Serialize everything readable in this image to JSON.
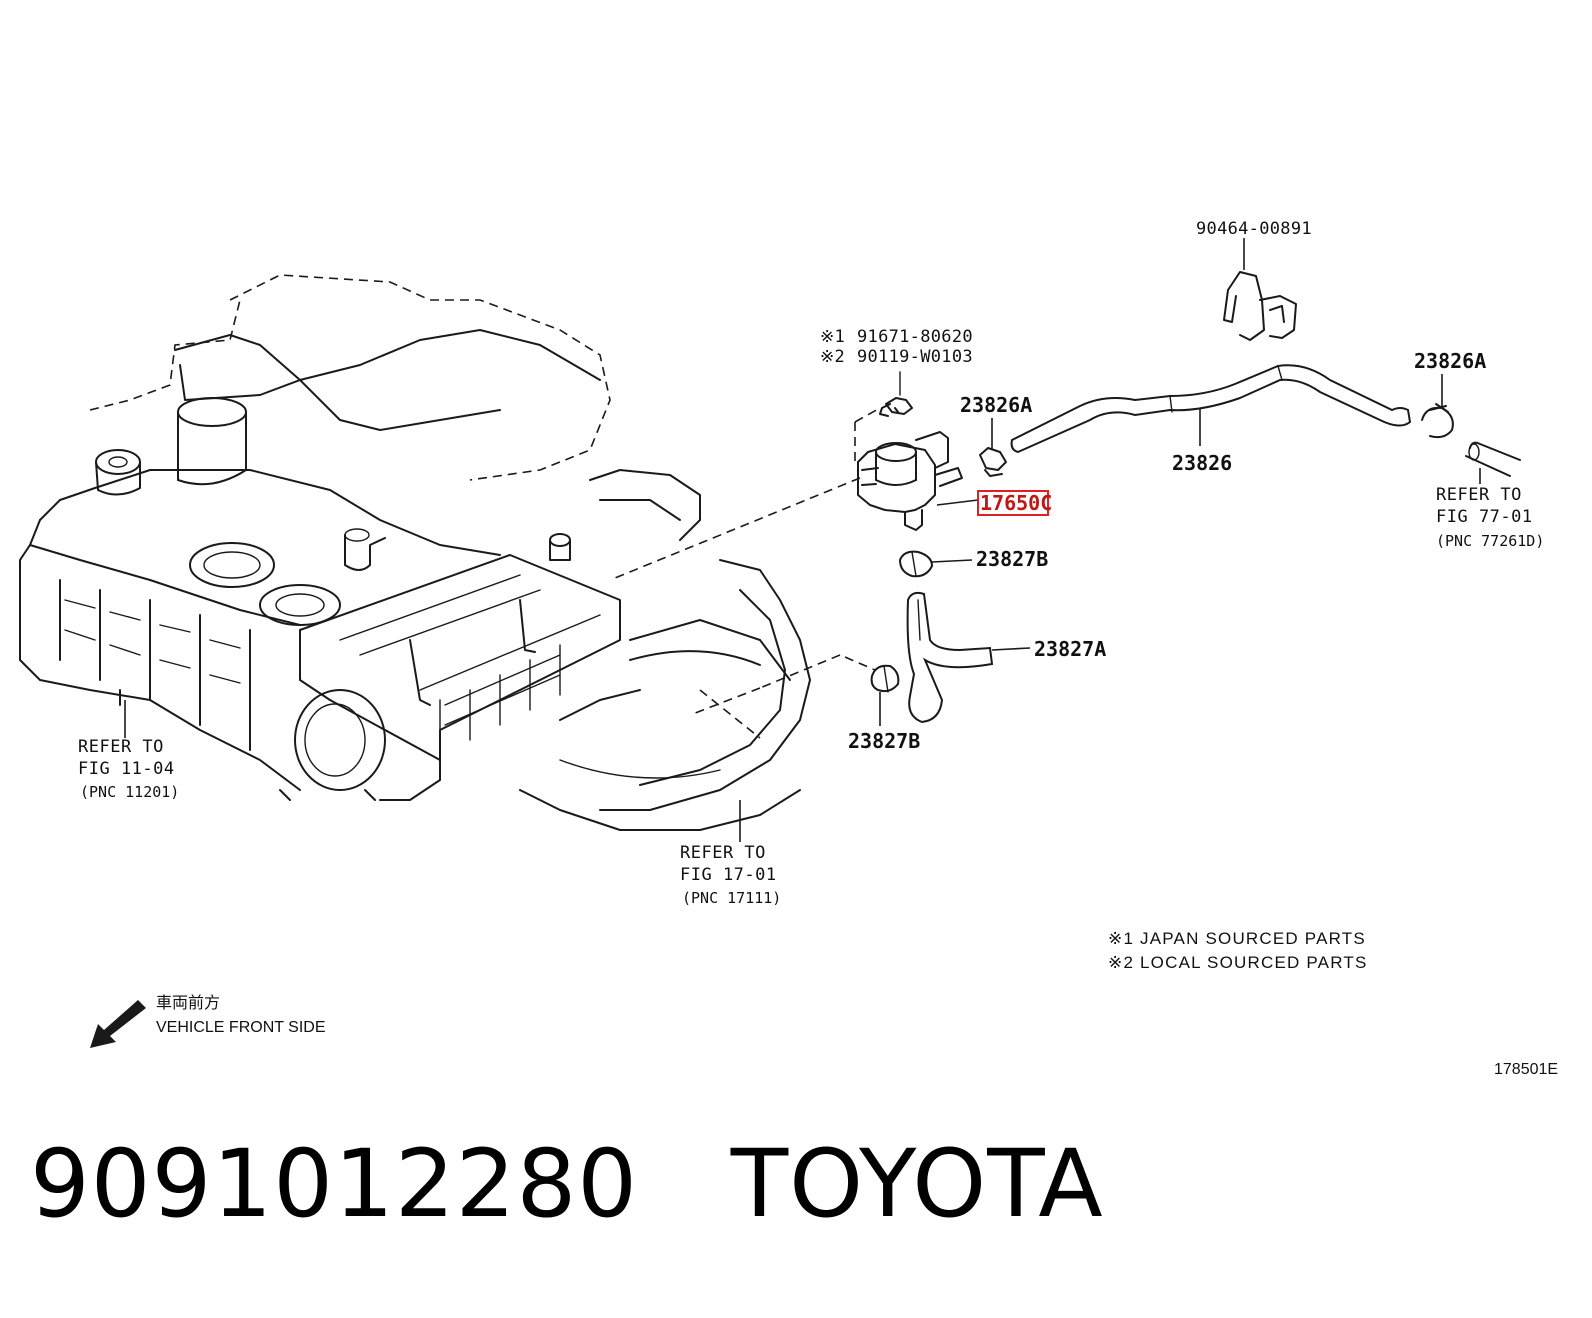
{
  "callouts": {
    "p90464": "90464-00891",
    "s1_symbol": "※1",
    "s1_part": "91671-80620",
    "s2_symbol": "※2",
    "s2_part": "90119-W0103",
    "p23826A_1": "23826A",
    "p23826A_2": "23826A",
    "p23826": "23826",
    "p17650": "17650C",
    "p23827B_1": "23827B",
    "p23827A": "23827A",
    "p23827B_2": "23827B"
  },
  "references": {
    "r77": {
      "line1": "REFER TO",
      "line2": "FIG 77-01",
      "line3": "(PNC 77261D)"
    },
    "r11": {
      "line1": "REFER TO",
      "line2": "FIG 11-04",
      "line3": "(PNC 11201)"
    },
    "r17": {
      "line1": "REFER TO",
      "line2": "FIG 17-01",
      "line3": "(PNC 17111)"
    }
  },
  "notes": {
    "n1": "※1 JAPAN SOURCED PARTS",
    "n2": "※2 LOCAL SOURCED PARTS"
  },
  "direction": {
    "japanese": "車両前方",
    "english": "VEHICLE FRONT SIDE"
  },
  "figure_code": "178501E",
  "caption": "9091012280   TOYOTA",
  "highlight_color": "#e02020"
}
